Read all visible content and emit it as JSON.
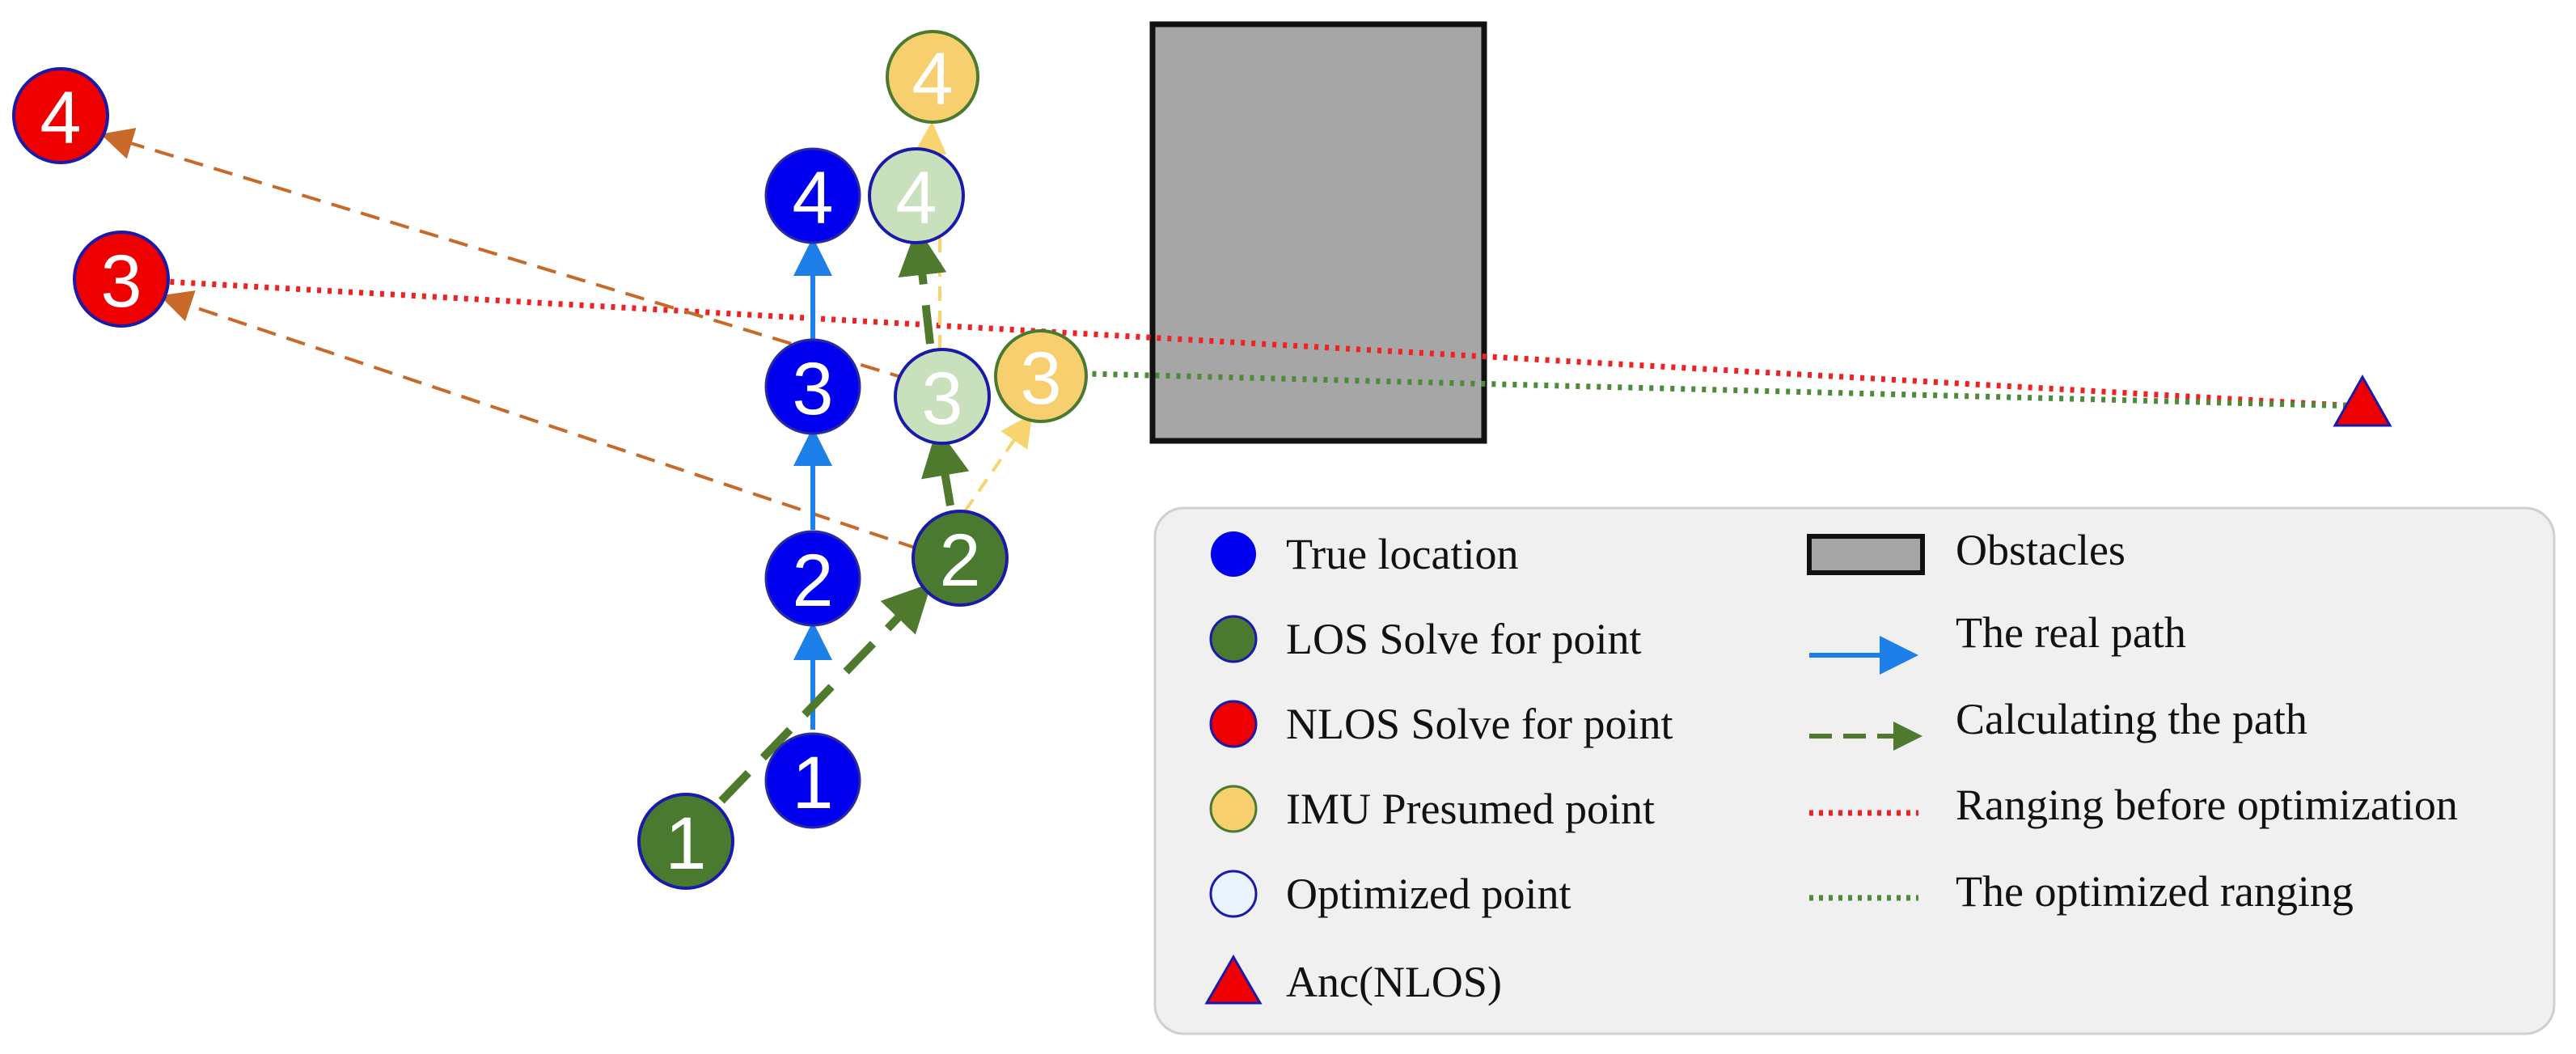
{
  "colors": {
    "true_location": "#0000ee",
    "los_point": "#4a7a2f",
    "nlos_point": "#ee0000",
    "imu_point": "#f7cf6e",
    "optimized_point": "#c8e0bc",
    "real_path": "#1f7fe8",
    "calc_path": "#4f7a2e",
    "ranging_before": "#ee2222",
    "ranging_after": "#4d8a3a",
    "nlos_solve_line": "#c8692a",
    "imu_dashed": "#f7d46e",
    "obstacle_fill": "#a6a6a6",
    "legend_bg": "#f0f0f0"
  },
  "nodes": {
    "true_location": [
      "1",
      "2",
      "3",
      "4"
    ],
    "los_solve": [
      "1",
      "2"
    ],
    "optimized": [
      "3",
      "4"
    ],
    "imu_presumed": [
      "3",
      "4"
    ],
    "nlos_solve": [
      "3",
      "4"
    ]
  },
  "legend": {
    "true_location": "True location",
    "los_solve": "LOS Solve for point",
    "nlos_solve": "NLOS Solve for point",
    "imu_presumed": "IMU Presumed point",
    "optimized_point": "Optimized point",
    "anchor": "Anc(NLOS)",
    "obstacles": "Obstacles",
    "real_path": "The real path",
    "calculating_path": "Calculating the path",
    "ranging_before": "Ranging before optimization",
    "optimized_ranging": "The optimized ranging"
  }
}
